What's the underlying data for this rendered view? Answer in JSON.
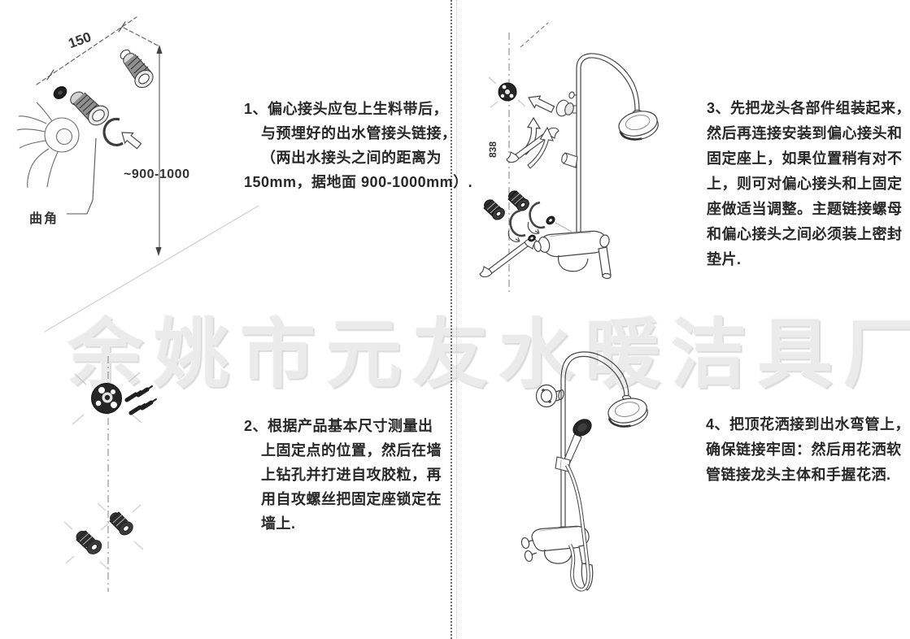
{
  "watermark": {
    "text": "余姚市元友水暖洁具厂",
    "color": "#ebebeb"
  },
  "steps": {
    "step1": {
      "lines": [
        "1、偏心接头应包上生料带后，",
        "与预埋好的出水管接头链接，",
        "（两出水接头之间的距离为",
        "150mm，据地面 900-1000mm）."
      ],
      "labels": {
        "width_dim": "150",
        "height_dim": "~900-1000",
        "bend": "曲角"
      }
    },
    "step2": {
      "lines": [
        "2、根据产品基本尺寸测量出",
        "上固定点的位置，然后在墙",
        "上钻孔并打进自攻胶粒，再",
        "用自攻螺丝把固定座锁定在",
        "墙上."
      ]
    },
    "step3": {
      "lines": [
        "3、先把龙头各部件组装起来，",
        "然后再连接安装到偏心接头和",
        "固定座上，如果位置稍有对不",
        "上，则可对偏心接头和上固定",
        "座做适当调整。主题链接螺母",
        "和偏心接头之间必须装上密封",
        "垫片."
      ],
      "labels": {
        "length_dim": "838"
      }
    },
    "step4": {
      "lines": [
        "4、把顶花洒接到出水弯管上，",
        "确保链接牢固：然后用花洒软",
        "管链接龙头主体和手握花洒."
      ]
    }
  }
}
